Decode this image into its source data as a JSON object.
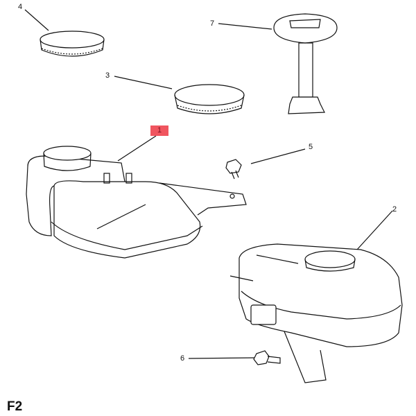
{
  "figure_label": "F2",
  "callouts": [
    {
      "number": "1",
      "highlighted": true,
      "part": "reservoir-tank"
    },
    {
      "number": "2",
      "highlighted": false,
      "part": "reservoir-tank-alt"
    },
    {
      "number": "3",
      "highlighted": false,
      "part": "cap"
    },
    {
      "number": "4",
      "highlighted": false,
      "part": "cap"
    },
    {
      "number": "5",
      "highlighted": false,
      "part": "bolt"
    },
    {
      "number": "6",
      "highlighted": false,
      "part": "bolt"
    },
    {
      "number": "7",
      "highlighted": false,
      "part": "cap-with-dipstick"
    }
  ],
  "colors": {
    "highlight": "#f0555f",
    "line": "#111111"
  }
}
